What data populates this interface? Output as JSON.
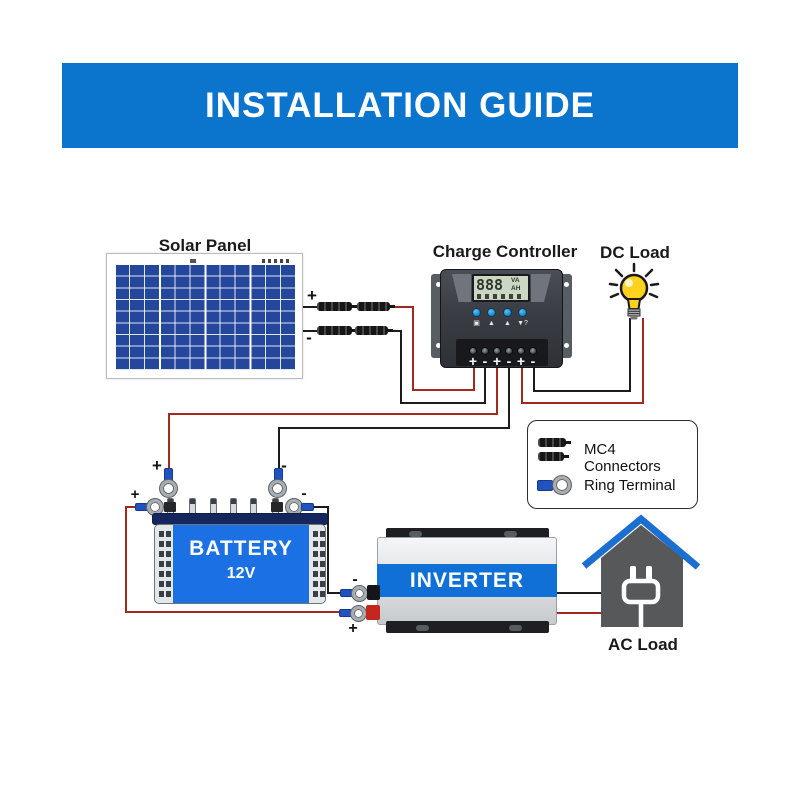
{
  "header": {
    "title": "INSTALLATION GUIDE"
  },
  "solar_panel": {
    "label": "Solar Panel",
    "plus": "+",
    "minus": "-"
  },
  "charge_controller": {
    "label": "Charge Controller",
    "lcd_value": "888",
    "lcd_unit_top": "VA",
    "lcd_unit_bottom": "AH",
    "button_icons": [
      "▣",
      "▲",
      "▲",
      "▼?"
    ],
    "terminal_labels": [
      "+",
      "-",
      "+",
      "-",
      "+",
      "-"
    ]
  },
  "dc_load": {
    "label": "DC Load"
  },
  "legend": {
    "mc4_label": "MC4 Connectors",
    "ring_label": "Ring Terminal"
  },
  "battery": {
    "name": "BATTERY",
    "voltage": "12V",
    "top_plus": "+",
    "top_minus": "-",
    "front_plus": "+",
    "front_minus": "-"
  },
  "inverter": {
    "label": "INVERTER",
    "minus": "-",
    "plus": "+"
  },
  "ac_load": {
    "label": "AC Load"
  },
  "colors": {
    "banner_blue": "#0B74CC",
    "panel_cell_blue": "#24479B",
    "battery_blue": "#1B70E3",
    "inverter_stripe_blue": "#1170D6",
    "roof_blue": "#1B6FD0",
    "house_gray": "#57585A",
    "wire_red": "#A2291F",
    "wire_black": "#1C1C1C",
    "bulb_yellow": "#FFD21E"
  }
}
